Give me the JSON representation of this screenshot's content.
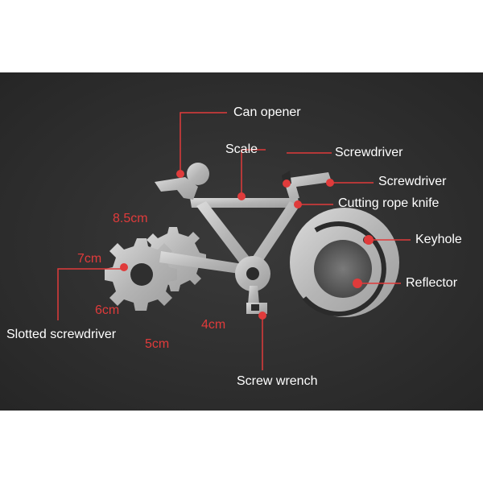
{
  "labels": {
    "can_opener": "Can opener",
    "scale": "Scale",
    "screwdriver_1": "Screwdriver",
    "screwdriver_2": "Screwdriver",
    "cutting_rope_knife": "Cutting rope knife",
    "keyhole": "Keyhole",
    "reflector": "Reflector",
    "slotted_screwdriver": "Slotted screwdriver",
    "screw_wrench": "Screw wrench"
  },
  "sizes": {
    "s85": "8.5cm",
    "s7": "7cm",
    "s6": "6cm",
    "s5": "5cm",
    "s4": "4cm"
  },
  "colors": {
    "background_band": "#2b2b2b",
    "metal": "#b9b9b9",
    "accent_red": "#e03b3b",
    "label_white": "#ffffff"
  }
}
